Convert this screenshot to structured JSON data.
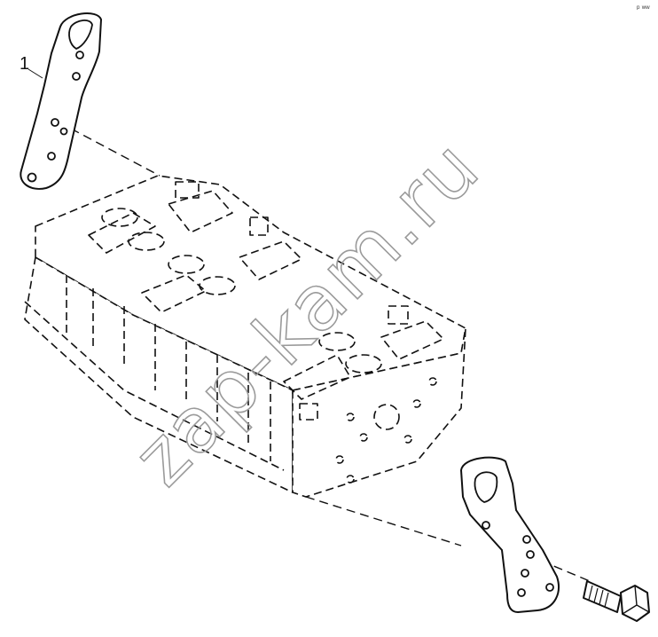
{
  "diagram": {
    "callouts": [
      {
        "id": "1",
        "text": "1"
      }
    ],
    "corner_mark": "ᵖ ʷʷ",
    "watermark": "zap-kam.ru"
  }
}
